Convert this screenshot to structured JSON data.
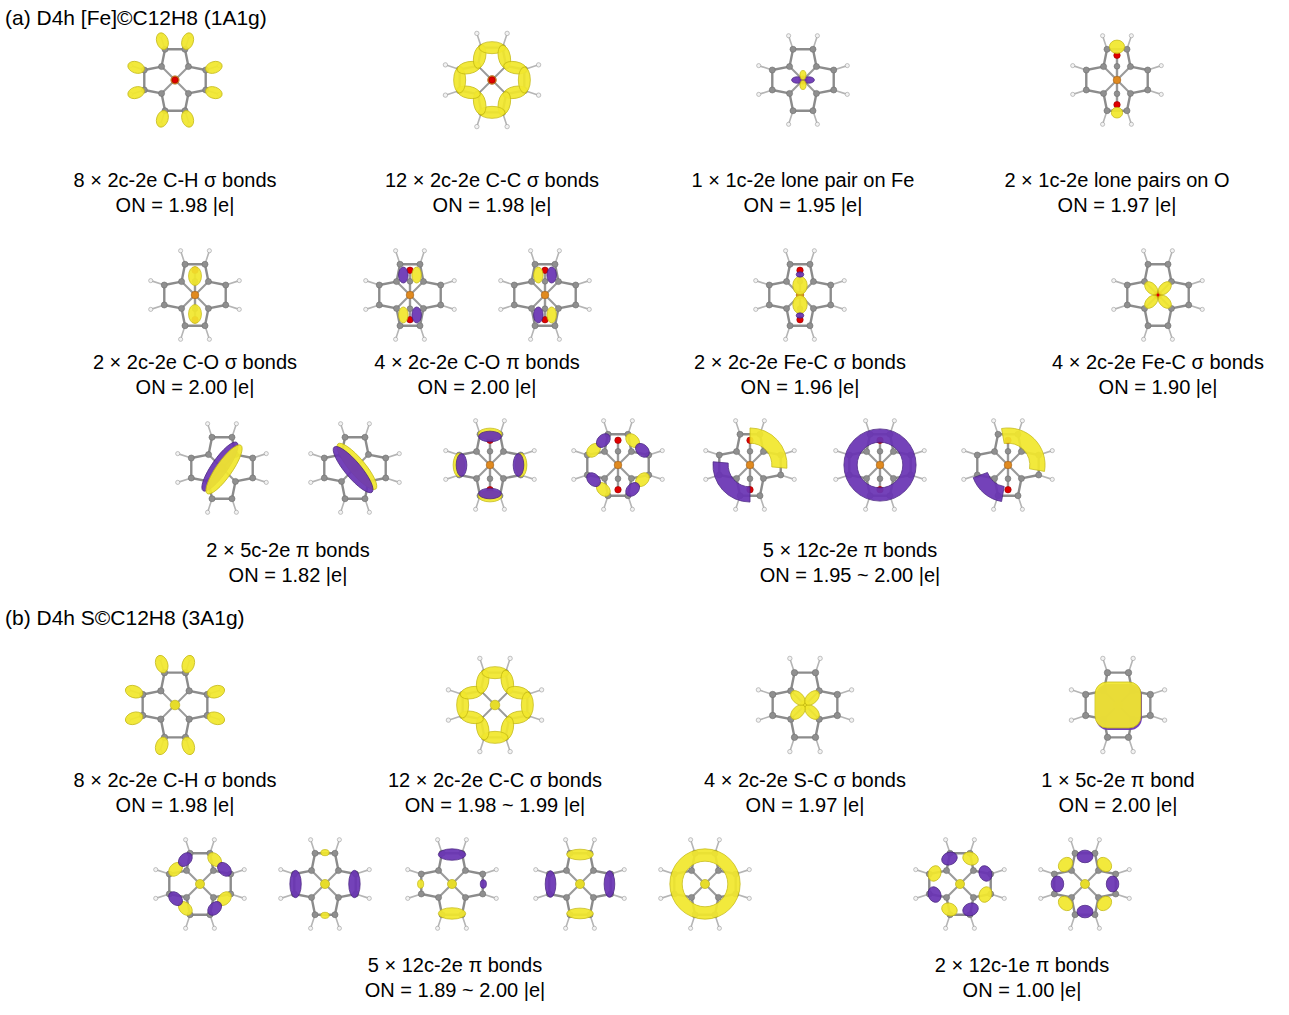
{
  "diagram": {
    "labels": [
      "(a) D4h [Fe]©C12H8 (1A1g)",
      "8 × 2c-2e C-H σ bonds",
      "ON = 1.98 |e|",
      "12 × 2c-2e C-C σ bonds",
      "ON = 1.98 |e|",
      "1 × 1c-2e lone pair on Fe",
      "ON = 1.95 |e|",
      "2 × 1c-2e lone pairs on O",
      "ON = 1.97 |e|",
      "2 × 2c-2e C-O σ bonds",
      "ON = 2.00 |e|",
      "4 × 2c-2e C-O π bonds",
      "ON = 2.00 |e|",
      "2 × 2c-2e Fe-C σ bonds",
      "ON = 1.96 |e|",
      "4 × 2c-2e Fe-C σ bonds",
      "ON = 1.90 |e|",
      "2 × 5c-2e π bonds",
      "ON = 1.82 |e|",
      "5 × 12c-2e π bonds",
      "ON = 1.95 ~ 2.00 |e|",
      "(b) D4h S©C12H8 (3A1g)",
      "8 × 2c-2e C-H σ bonds",
      "ON = 1.98 |e|",
      "12 × 2c-2e C-C σ bonds",
      "ON = 1.98 ~ 1.99 |e|",
      "4 × 2c-2e S-C σ bonds",
      "ON = 1.97 |e|",
      "1 × 5c-2e π bond",
      "ON = 2.00 |e|",
      "5 × 12c-2e π bonds",
      "ON = 1.89 ~ 2.00 |e|",
      "2 × 12c-1e π bonds",
      "ON = 1.00 |e|"
    ]
  }
}
